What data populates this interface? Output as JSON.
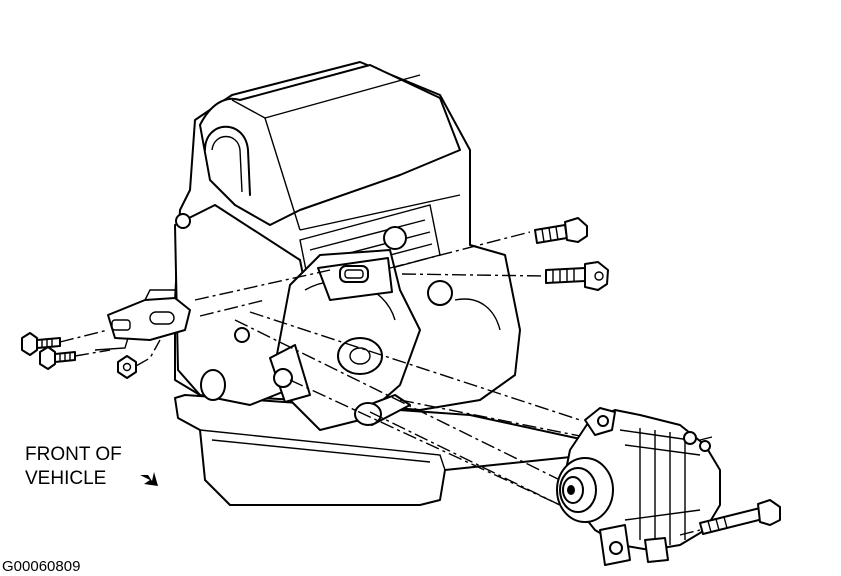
{
  "labels": {
    "front_line1": "FRONT OF",
    "front_line2": "VEHICLE",
    "figure_id": "G00060809"
  },
  "icons": {
    "front_arrow": "arrow-down-right-icon"
  }
}
